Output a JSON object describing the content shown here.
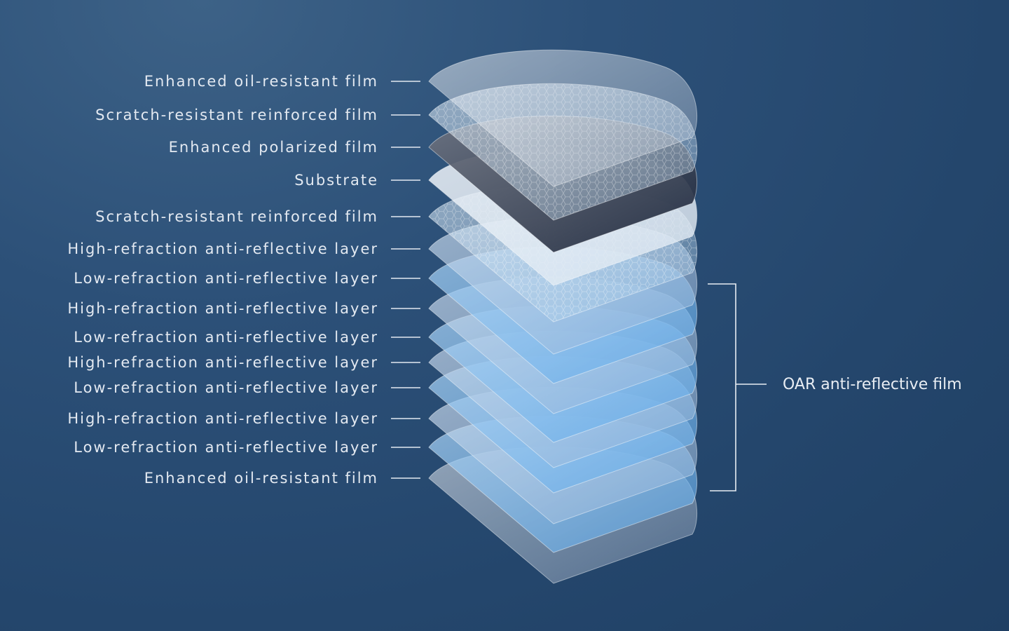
{
  "layers": [
    {
      "label": "Enhanced oil-resistant film",
      "kind": "clear",
      "fill": "#cfdbe8"
    },
    {
      "label": "Scratch-resistant reinforced film",
      "kind": "mesh",
      "fill": "#a9c7e2"
    },
    {
      "label": "Enhanced polarized film",
      "kind": "dark",
      "fill": "#1a2438"
    },
    {
      "label": "Substrate",
      "kind": "substrate",
      "fill": "#dfe8f2"
    },
    {
      "label": "Scratch-resistant reinforced film",
      "kind": "mesh",
      "fill": "#9fc4e6"
    },
    {
      "label": "High-refraction anti-reflective layer",
      "kind": "high",
      "fill": "#8fb3d8"
    },
    {
      "label": "Low-refraction anti-reflective layer",
      "kind": "low",
      "fill": "#5aa8ea"
    },
    {
      "label": "High-refraction anti-reflective layer",
      "kind": "high",
      "fill": "#8fb3d8"
    },
    {
      "label": "Low-refraction anti-reflective layer",
      "kind": "low",
      "fill": "#5aa8ea"
    },
    {
      "label": "High-refraction anti-reflective layer",
      "kind": "high",
      "fill": "#8fb3d8"
    },
    {
      "label": "Low-refraction anti-reflective layer",
      "kind": "low",
      "fill": "#5aa8ea"
    },
    {
      "label": "High-refraction anti-reflective layer",
      "kind": "high",
      "fill": "#8fb3d8"
    },
    {
      "label": "Low-refraction anti-reflective layer",
      "kind": "low",
      "fill": "#5aa8ea"
    },
    {
      "label": "Enhanced oil-resistant film",
      "kind": "clear",
      "fill": "#cfdbe8"
    }
  ],
  "group": {
    "label": "OAR anti-reflective film"
  },
  "colors": {
    "text": "#e3e9f1",
    "background": "#2a4d74"
  }
}
